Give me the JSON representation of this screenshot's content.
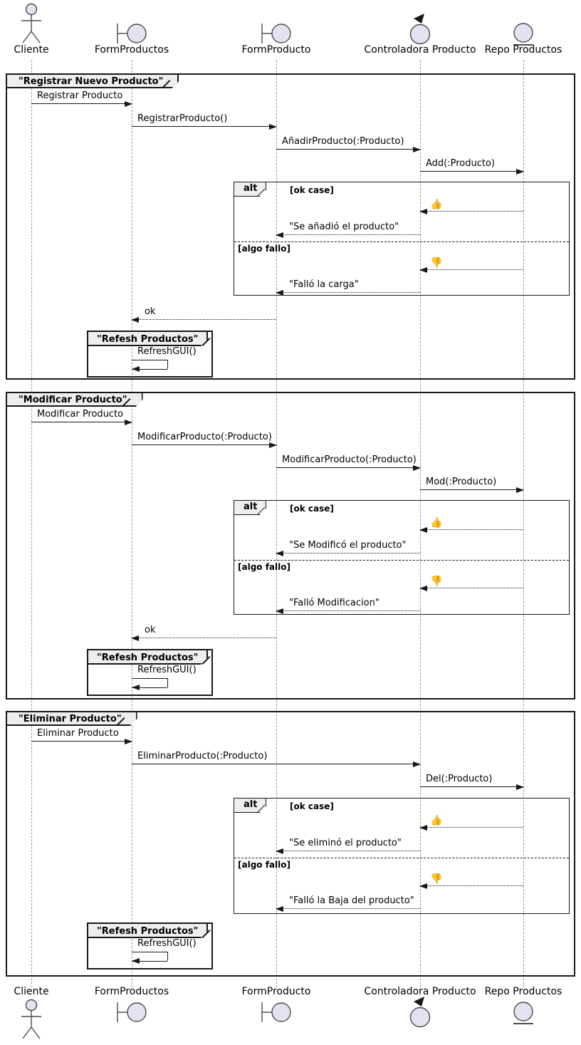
{
  "colors": {
    "participant_fill": "#E2E2F0",
    "border": "#181818",
    "frame_title_bg": "#EEEEEE",
    "lifeline": "#999999",
    "background": "#FFFFFF"
  },
  "participants": [
    {
      "name": "Cliente",
      "type": "actor"
    },
    {
      "name": "FormProductos",
      "type": "boundary"
    },
    {
      "name": "FormProducto",
      "type": "boundary"
    },
    {
      "name": "Controladora Producto",
      "type": "control"
    },
    {
      "name": "Repo Productos",
      "type": "entity"
    }
  ],
  "frames": [
    {
      "title": "\"Registrar Nuevo Producto\"",
      "calls": [
        {
          "from": "Cliente",
          "to": "FormProductos",
          "text": "Registrar Producto",
          "style": "solid"
        },
        {
          "from": "FormProductos",
          "to": "FormProducto",
          "text": "RegistrarProducto()",
          "style": "solid"
        },
        {
          "from": "FormProducto",
          "to": "Controladora Producto",
          "text": "AñadirProducto(:Producto)",
          "style": "solid"
        },
        {
          "from": "Controladora Producto",
          "to": "Repo Productos",
          "text": "Add(:Producto)",
          "style": "solid"
        }
      ],
      "alt": {
        "operator": "alt",
        "sections": [
          {
            "guard": "[ok case]",
            "replies": [
              {
                "from": "Repo Productos",
                "to": "Controladora Producto",
                "icon": "thumbs-up",
                "text": "👍",
                "style": "dotted"
              },
              {
                "from": "Controladora Producto",
                "to": "FormProducto",
                "text": "\"Se añadió el producto\"",
                "style": "dotted"
              }
            ]
          },
          {
            "guard": "[algo fallo]",
            "replies": [
              {
                "from": "Repo Productos",
                "to": "Controladora Producto",
                "icon": "thumbs-down",
                "text": "👎",
                "style": "dotted"
              },
              {
                "from": "Controladora Producto",
                "to": "FormProducto",
                "text": "\"Falló la carga\"",
                "style": "dotted"
              }
            ]
          }
        ]
      },
      "return": {
        "from": "FormProducto",
        "to": "FormProductos",
        "text": "ok",
        "style": "dotted"
      },
      "group": {
        "title": "\"Refesh Productos\"",
        "self_call": {
          "on": "FormProductos",
          "text": "RefreshGUI()"
        }
      }
    },
    {
      "title": "\"Modificar Producto\"",
      "calls": [
        {
          "from": "Cliente",
          "to": "FormProductos",
          "text": "Modificar Producto",
          "style": "solid"
        },
        {
          "from": "FormProductos",
          "to": "FormProducto",
          "text": "ModificarProducto(:Producto)",
          "style": "solid"
        },
        {
          "from": "FormProducto",
          "to": "Controladora Producto",
          "text": "ModificarProducto(:Producto)",
          "style": "solid"
        },
        {
          "from": "Controladora Producto",
          "to": "Repo Productos",
          "text": "Mod(:Producto)",
          "style": "solid"
        }
      ],
      "alt": {
        "operator": "alt",
        "sections": [
          {
            "guard": "[ok case]",
            "replies": [
              {
                "from": "Repo Productos",
                "to": "Controladora Producto",
                "icon": "thumbs-up",
                "text": "👍",
                "style": "dotted"
              },
              {
                "from": "Controladora Producto",
                "to": "FormProducto",
                "text": "\"Se Modificó el producto\"",
                "style": "dotted"
              }
            ]
          },
          {
            "guard": "[algo fallo]",
            "replies": [
              {
                "from": "Repo Productos",
                "to": "Controladora Producto",
                "icon": "thumbs-down",
                "text": "👎",
                "style": "dotted"
              },
              {
                "from": "Controladora Producto",
                "to": "FormProducto",
                "text": "\"Falló Modificacion\"",
                "style": "dotted"
              }
            ]
          }
        ]
      },
      "return": {
        "from": "FormProducto",
        "to": "FormProductos",
        "text": "ok",
        "style": "dotted"
      },
      "group": {
        "title": "\"Refesh Productos\"",
        "self_call": {
          "on": "FormProductos",
          "text": "RefreshGUI()"
        }
      }
    },
    {
      "title": "\"Eliminar Producto\"",
      "calls": [
        {
          "from": "Cliente",
          "to": "FormProductos",
          "text": "Eliminar Producto",
          "style": "solid"
        },
        {
          "from": "FormProductos",
          "to": "Controladora Producto",
          "text": "EliminarProducto(:Producto)",
          "style": "solid"
        },
        {
          "from": "Controladora Producto",
          "to": "Repo Productos",
          "text": "Del(:Producto)",
          "style": "solid"
        }
      ],
      "alt": {
        "operator": "alt",
        "sections": [
          {
            "guard": "[ok case]",
            "replies": [
              {
                "from": "Repo Productos",
                "to": "Controladora Producto",
                "icon": "thumbs-up",
                "text": "👍",
                "style": "dotted"
              },
              {
                "from": "Controladora Producto",
                "to": "FormProducto",
                "text": "\"Se eliminó el producto\"",
                "style": "dotted"
              }
            ]
          },
          {
            "guard": "[algo fallo]",
            "replies": [
              {
                "from": "Repo Productos",
                "to": "Controladora Producto",
                "icon": "thumbs-down",
                "text": "👎",
                "style": "dotted"
              },
              {
                "from": "Controladora Producto",
                "to": "FormProducto",
                "text": "\"Falló la Baja del producto\"",
                "style": "dotted"
              }
            ]
          }
        ]
      },
      "group": {
        "title": "\"Refesh Productos\"",
        "self_call": {
          "on": "FormProductos",
          "text": "RefreshGUI()"
        }
      }
    }
  ]
}
